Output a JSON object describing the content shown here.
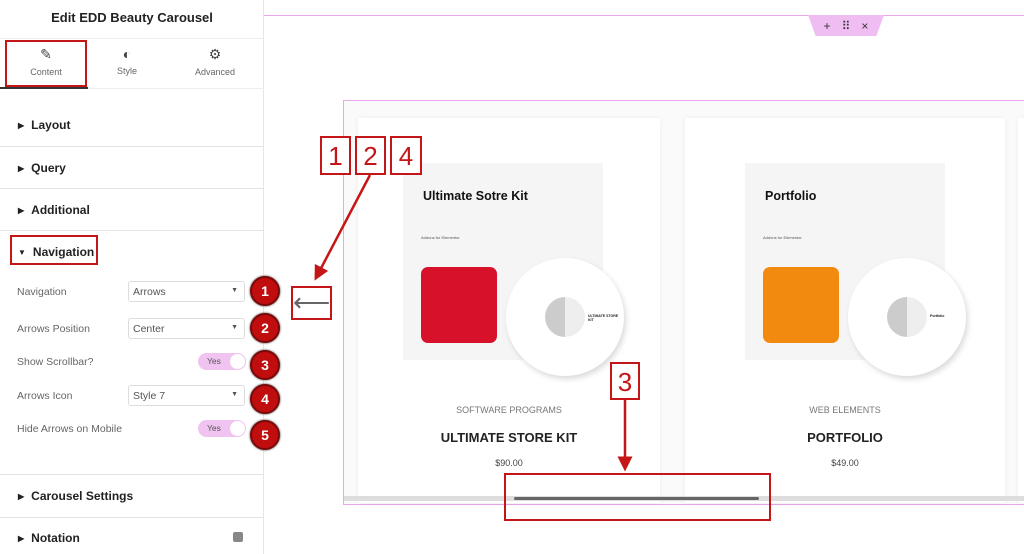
{
  "sidebar": {
    "title": "Edit EDD Beauty Carousel",
    "tabs": [
      {
        "label": "Content",
        "icon": "pencil-icon"
      },
      {
        "label": "Style",
        "icon": "half-circle-icon"
      },
      {
        "label": "Advanced",
        "icon": "gear-icon"
      }
    ],
    "sections": {
      "layout": "Layout",
      "query": "Query",
      "additional": "Additional",
      "navigation": "Navigation",
      "carousel_settings": "Carousel Settings",
      "notation": "Notation"
    },
    "controls": {
      "navigation": {
        "label": "Navigation",
        "value": "Arrows"
      },
      "arrows_position": {
        "label": "Arrows Position",
        "value": "Center"
      },
      "show_scrollbar": {
        "label": "Show Scrollbar?",
        "value": "Yes"
      },
      "arrows_icon": {
        "label": "Arrows Icon",
        "value": "Style 7"
      },
      "hide_arrows_mobile": {
        "label": "Hide Arrows on Mobile",
        "value": "Yes"
      }
    }
  },
  "annotations": {
    "badges": [
      "1",
      "2",
      "3",
      "4",
      "5"
    ],
    "boxes": [
      "1",
      "2",
      "4"
    ],
    "box3": "3"
  },
  "handle": {
    "add": "+",
    "move": "⠿",
    "close": "×"
  },
  "products": [
    {
      "box_title": "Ultimate Sotre Kit",
      "box_sub": "Addons for Elementor",
      "disc_label": "ULTIMATE STORE KIT",
      "category": "SOFTWARE PROGRAMS",
      "name": "ULTIMATE STORE KIT",
      "price": "$90.00",
      "color": "#d8112a"
    },
    {
      "box_title": "Portfolio",
      "box_sub": "Addons for Elementor",
      "disc_label": "Portfolio",
      "category": "WEB ELEMENTS",
      "name": "PORTFOLIO",
      "price": "$49.00",
      "color": "#f28a0f"
    }
  ],
  "scrollbar": {
    "thumb_start": 0.25,
    "thumb_end": 0.61
  }
}
